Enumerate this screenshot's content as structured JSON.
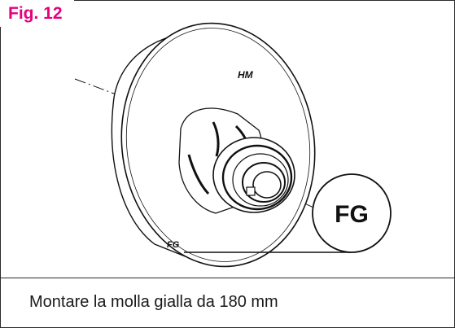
{
  "figure": {
    "tag": "Fig. 12",
    "accent_color": "#e5007e",
    "callout": "FG",
    "part_mark_top": "HM",
    "part_mark_bottom": "FG",
    "caption": "Montare la molla gialla da 180 mm"
  }
}
